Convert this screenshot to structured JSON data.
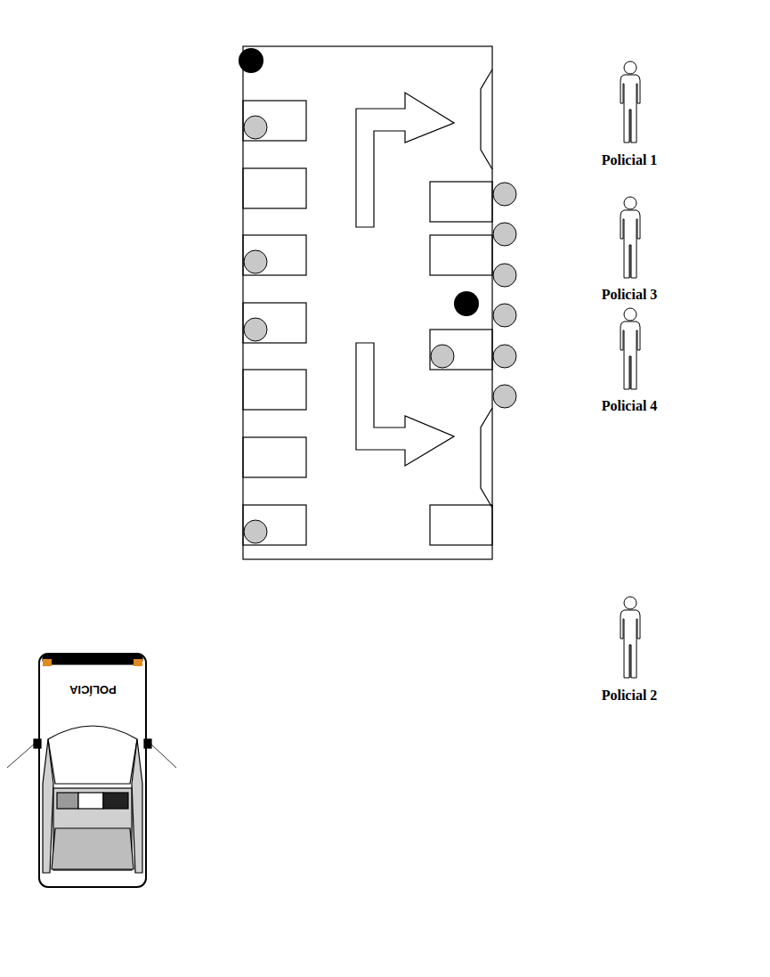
{
  "diagram": {
    "labels": [
      "Policial 1",
      "Policial 3",
      "Policial 4",
      "Policial 2",
      "POLÍCIA"
    ]
  }
}
